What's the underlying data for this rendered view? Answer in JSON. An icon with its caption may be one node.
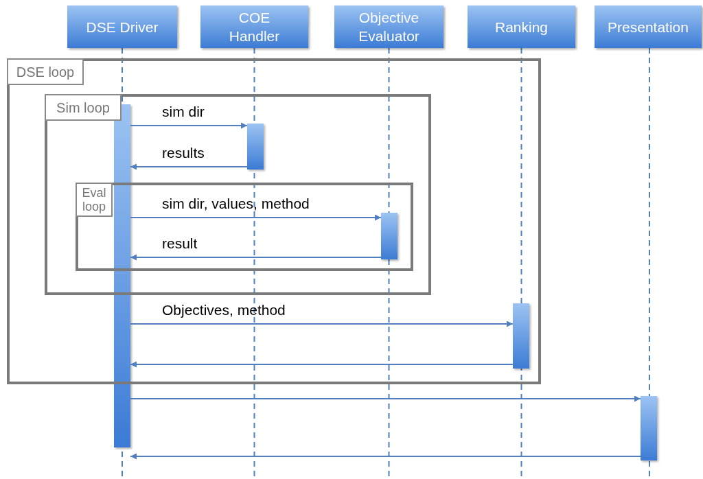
{
  "diagram": {
    "nodes": [
      {
        "text": [
          "DSE Driver"
        ]
      },
      {
        "text": [
          "COE Handler"
        ]
      },
      {
        "text": [
          "Objective Evaluator"
        ]
      },
      {
        "text": [
          "Ranking"
        ]
      },
      {
        "text": [
          "Presentation"
        ]
      },
      {
        "text": [
          "DSE loop"
        ]
      },
      {
        "text": [
          "Sim loop"
        ],
        "in": 5
      },
      {
        "text": [
          "Eval loop"
        ],
        "in": 6
      },
      {
        "text": [],
        "shape": "bar"
      },
      {
        "text": [],
        "shape": "bar",
        "in": 6
      },
      {
        "text": [],
        "shape": "bar",
        "in": 7
      },
      {
        "text": [],
        "shape": "bar",
        "in": 5
      },
      {
        "text": [],
        "shape": "bar"
      }
    ],
    "edges": [
      {
        "from": 8,
        "to": 9,
        "label": "sim dir",
        "arrow": "to"
      },
      {
        "from": 9,
        "to": 8,
        "label": "results",
        "arrow": "to"
      },
      {
        "from": 8,
        "to": 10,
        "label": "sim dir, values, method",
        "arrow": "to"
      },
      {
        "from": 10,
        "to": 8,
        "label": "result",
        "arrow": "to"
      },
      {
        "from": 8,
        "to": 11,
        "label": "Objectives, method",
        "arrow": "to"
      },
      {
        "from": 11,
        "to": 8,
        "arrow": "to"
      },
      {
        "from": 8,
        "to": 12,
        "arrow": "to"
      },
      {
        "from": 12,
        "to": 8,
        "arrow": "to"
      }
    ]
  }
}
